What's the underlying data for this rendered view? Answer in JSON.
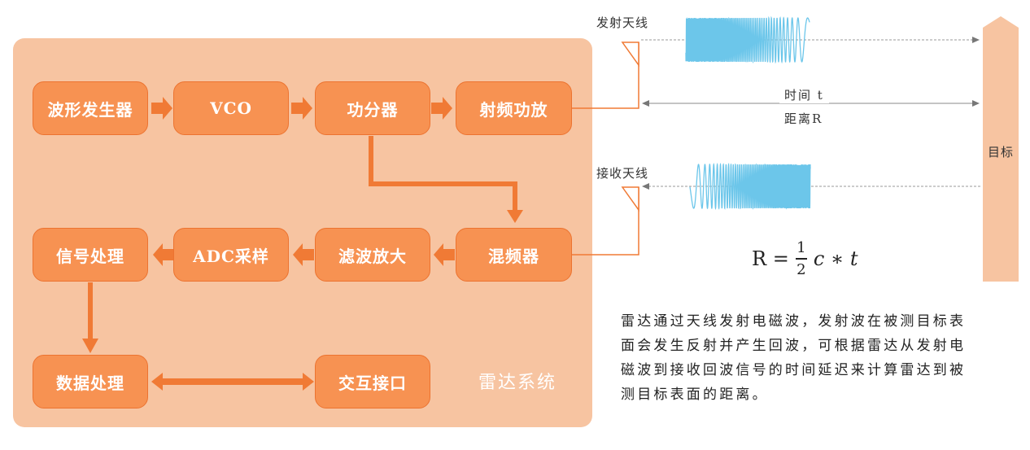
{
  "boxes": {
    "waveform_gen": "波形发生器",
    "vco": "VCO",
    "splitter": "功分器",
    "rf_amp": "射频功放",
    "signal_proc": "信号处理",
    "adc": "ADC采样",
    "filter_amp": "滤波放大",
    "mixer": "混频器",
    "data_proc": "数据处理",
    "interface": "交互接口"
  },
  "system_label": "雷达系统",
  "tx_antenna": "发射天线",
  "rx_antenna": "接收天线",
  "time_label": "时间 t",
  "distance_label": "距离R",
  "target_label": "目标",
  "formula": {
    "lhs": "R =",
    "numerator": "1",
    "denominator": "2",
    "rhs": "c ∗ t"
  },
  "description": "雷达通过天线发射电磁波，发射波在被测目标表面会发生反射并产生回波，可根据雷达从发射电磁波到接收回波信号的时间延迟来计算雷达到被测目标表面的距离。",
  "colors": {
    "panel": "#f7c4a1",
    "box_fill": "#f79252",
    "arrow": "#f07a35",
    "wave": "#6cc6ea",
    "target": "#f7c4a1"
  }
}
